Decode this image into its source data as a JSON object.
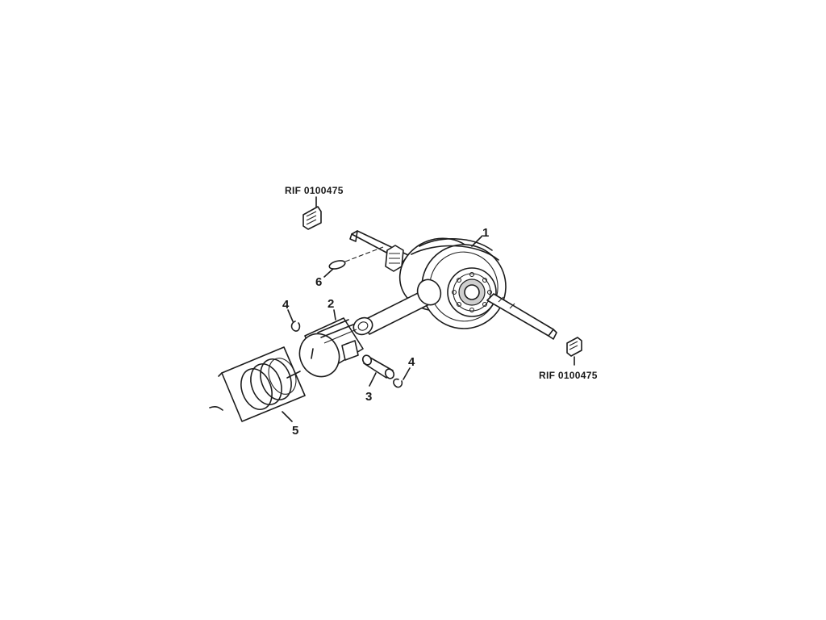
{
  "callouts": {
    "crankshaft": "1",
    "piston": "2",
    "piston_pin": "3",
    "circlip_left": "4",
    "circlip_right": "4",
    "piston_rings": "5",
    "key": "6"
  },
  "references": {
    "top": "RIF 0100475",
    "right": "RIF 0100475"
  },
  "colors": {
    "ink": "#1c1c1c",
    "background": "#ffffff"
  }
}
